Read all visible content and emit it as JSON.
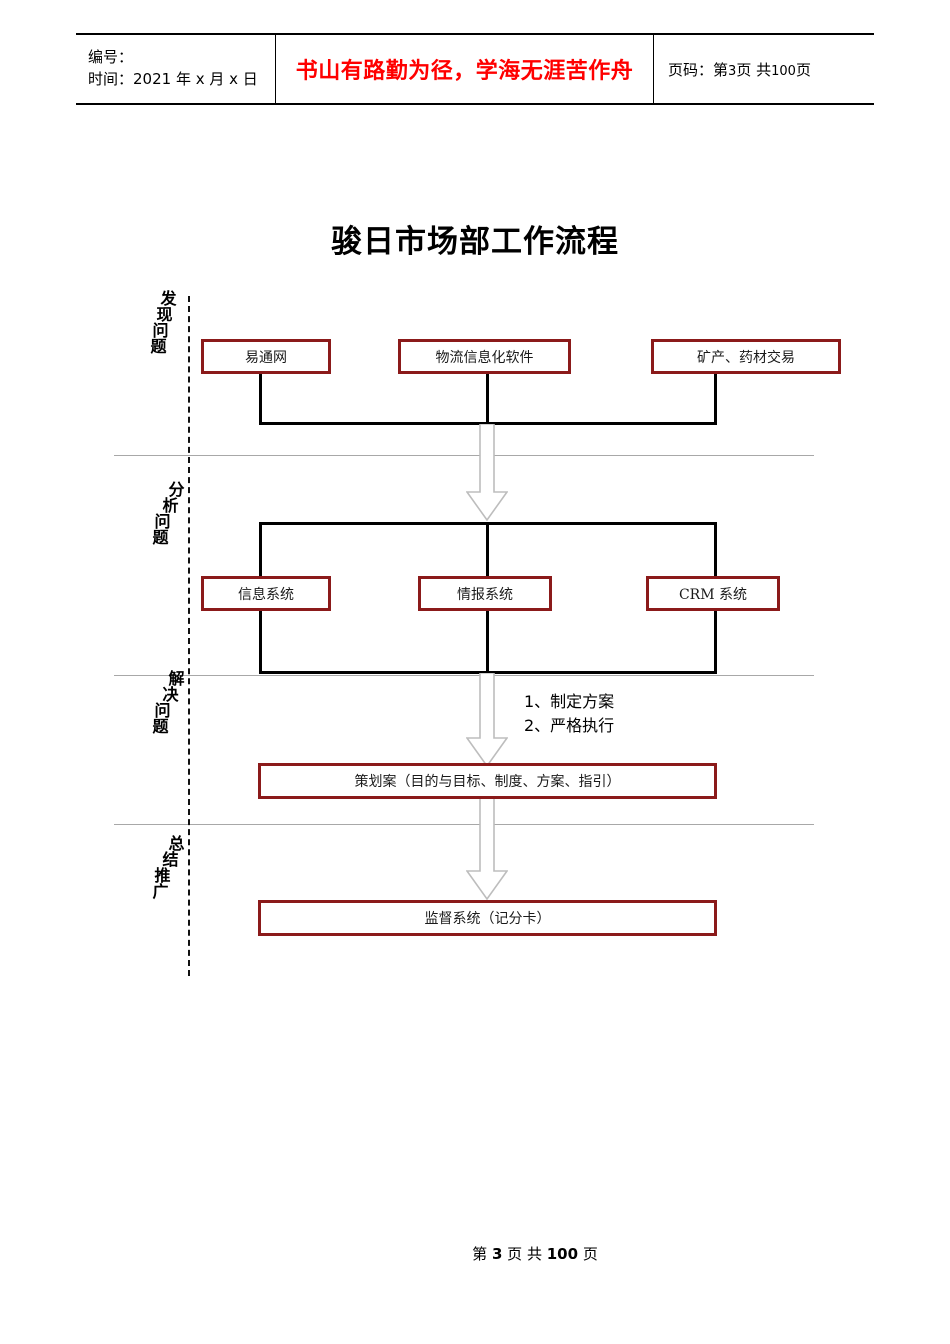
{
  "header": {
    "left": {
      "line1": "编号：",
      "line2": "时间：2021 年 x 月 x 日"
    },
    "motto": "书山有路勤为径，学海无涯苦作舟",
    "page_label": "页码：",
    "page_prefix": "第",
    "page_current": "3",
    "page_unit": "页",
    "page_total_prefix": "共",
    "page_total": "100",
    "page_total_unit": "页"
  },
  "title": "骏日市场部工作流程",
  "stages": [
    {
      "id": "discover",
      "chars": [
        "发",
        "现",
        "问",
        "题"
      ],
      "label": "发现问题"
    },
    {
      "id": "analyze",
      "chars": [
        "分",
        "析",
        "问",
        "题"
      ],
      "label": "分析问题"
    },
    {
      "id": "solve",
      "chars": [
        "解",
        "决",
        "问",
        "题"
      ],
      "label": "解决问题"
    },
    {
      "id": "summarize",
      "chars": [
        "总",
        "结",
        "推",
        "广"
      ],
      "label": "总结推广"
    }
  ],
  "row1": [
    {
      "id": "yitongwang",
      "label": "易通网"
    },
    {
      "id": "logistics-software",
      "label": "物流信息化软件"
    },
    {
      "id": "mineral-herb-trade",
      "label": "矿产、药材交易"
    }
  ],
  "row2": [
    {
      "id": "info-system",
      "label": "信息系统"
    },
    {
      "id": "intel-system",
      "label": "情报系统"
    },
    {
      "id": "crm-system",
      "label": "CRM 系统"
    }
  ],
  "annotation": {
    "line1": "1、制定方案",
    "line2": "2、严格执行"
  },
  "plan_box": {
    "id": "plan",
    "label": "策划案（目的与目标、制度、方案、指引）"
  },
  "monitor_box": {
    "id": "monitor",
    "label": "监督系统（记分卡）"
  },
  "footer": {
    "prefix": "第",
    "current": "3",
    "unit": "页",
    "total_prefix": "共",
    "total": "100",
    "total_unit": "页"
  },
  "colors": {
    "box_border": "#8b1a1a",
    "connector": "#000000",
    "separator": "#a8a8a8",
    "motto": "#ff0000",
    "arrow_outline": "#bdbdbd"
  }
}
